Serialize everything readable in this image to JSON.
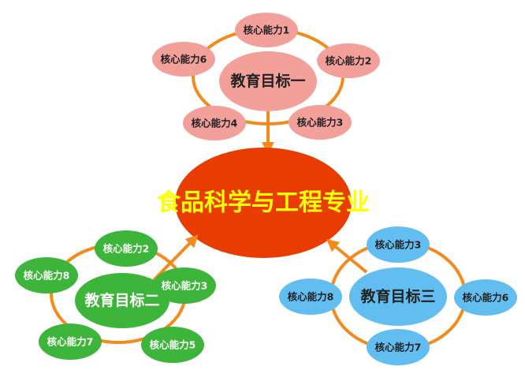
{
  "main_node": {
    "label": "食品科学与工程专业",
    "color": "#e83c00",
    "text_color": "#ffff00"
  },
  "connector_color": "#f28a1c",
  "clusters": [
    {
      "goal": "教育目标一",
      "color": "#f4a09a",
      "abilities": [
        "核心能力1",
        "核心能力6",
        "核心能力2",
        "核心能力4",
        "核心能力3"
      ]
    },
    {
      "goal": "教育目标二",
      "color": "#3db53a",
      "abilities": [
        "核心能力2",
        "核心能力8",
        "核心能力3",
        "核心能力7",
        "核心能力5"
      ]
    },
    {
      "goal": "教育目标三",
      "color": "#62bdf0",
      "abilities": [
        "核心能力3",
        "核心能力8",
        "核心能力6",
        "核心能力7"
      ]
    }
  ]
}
